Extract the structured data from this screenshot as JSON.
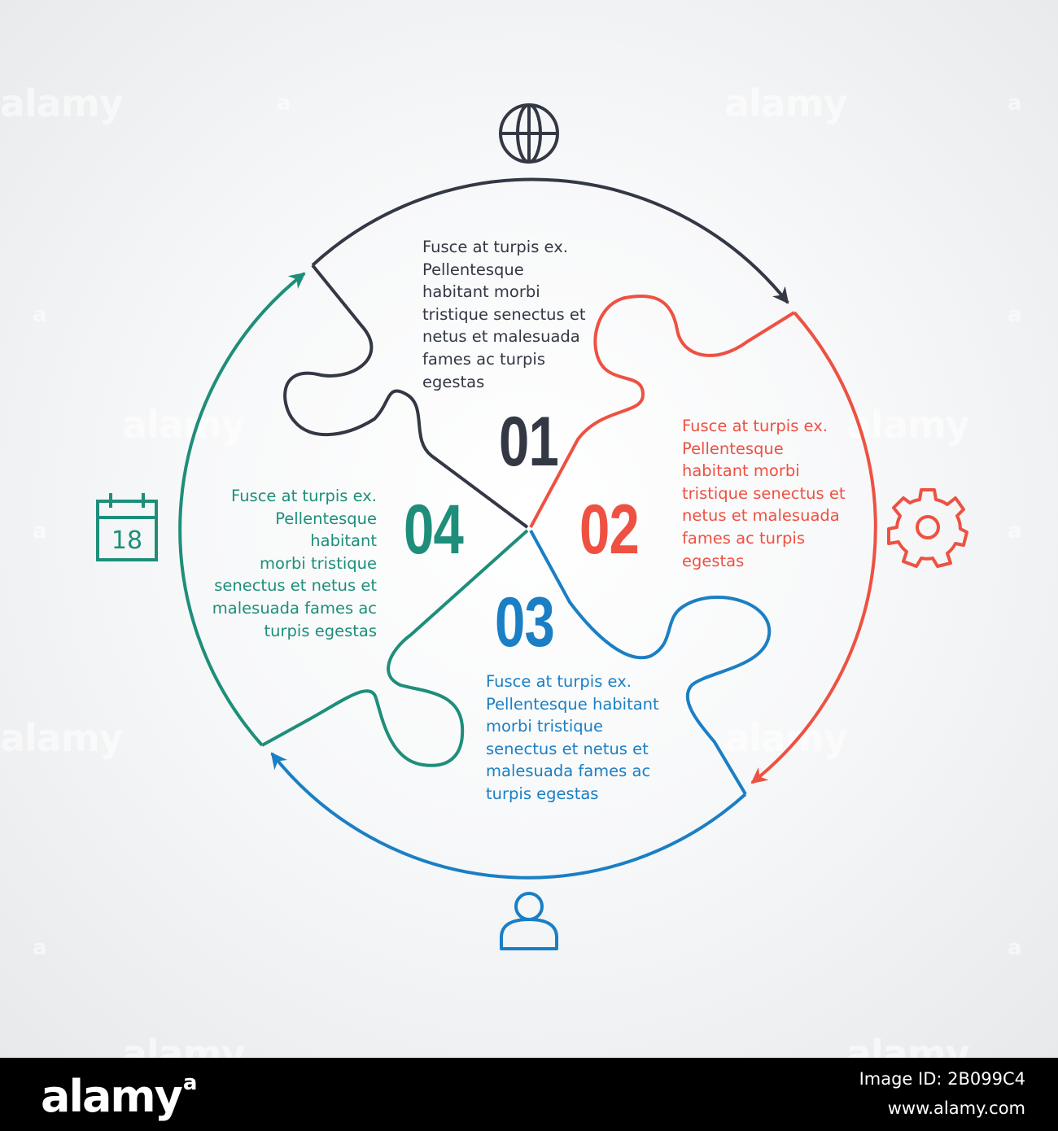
{
  "colors": {
    "dark": "#333844",
    "red": "#ee5142",
    "blue": "#1a7fc4",
    "teal": "#1e8e7a"
  },
  "segments": [
    {
      "number": "01",
      "color": "#333844",
      "text": "Fusce at turpis ex.\nPellentesque\nhabitant morbi\ntristique senectus et\nnetus et malesuada\nfames ac turpis\negestas",
      "icon": "globe-icon"
    },
    {
      "number": "02",
      "color": "#ee5142",
      "text": "Fusce at turpis ex.\nPellentesque\nhabitant morbi\ntristique senectus et\nnetus et malesuada\nfames ac turpis\negestas",
      "icon": "gear-icon"
    },
    {
      "number": "03",
      "color": "#1a7fc4",
      "text": "Fusce at turpis ex.\nPellentesque habitant\nmorbi tristique\nsenectus et netus et\nmalesuada fames ac\nturpis egestas",
      "icon": "user-icon"
    },
    {
      "number": "04",
      "color": "#1e8e7a",
      "text": "Fusce at turpis ex.\nPellentesque habitant\nmorbi tristique\nsenectus et netus et\nmalesuada fames ac\nturpis egestas",
      "icon": "calendar-icon"
    }
  ],
  "calendar_day": "18",
  "watermark": {
    "word": "alamy",
    "letter": "a"
  },
  "footer": {
    "logo": "alamy",
    "logo_mark": "a",
    "image_id": "Image ID: 2B099C4",
    "url": "www.alamy.com"
  }
}
